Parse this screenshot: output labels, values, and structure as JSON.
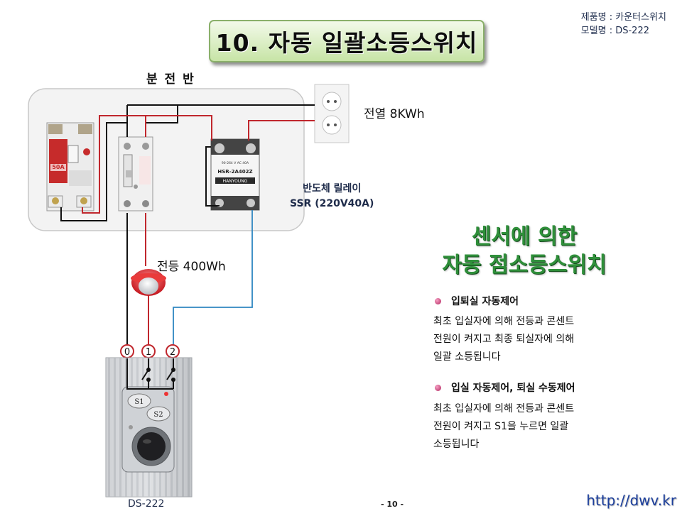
{
  "product_info": {
    "line1": "제품명 : 카운터스위치",
    "line2": "모델명 : DS-222"
  },
  "title": "10. 자동 일괄소등스위치",
  "panel_label": "분 전 반",
  "outlet_label": "전열 8KWh",
  "ssr_label": {
    "line1": "반도체 릴레이",
    "line2": "SSR (220V40A)"
  },
  "lamp_label": "전등 400Wh",
  "terminals": [
    "0",
    "1",
    "2"
  ],
  "switch_buttons": [
    "S1",
    "S2"
  ],
  "device_label": "DS-222",
  "ssr_device": {
    "model": "HSR-2A402Z",
    "brand": "HANYOUNG"
  },
  "breaker_device": {
    "rating": "50A"
  },
  "green_title": {
    "line1": "센서에 의한",
    "line2": "자동 점소등스위치"
  },
  "sections": [
    {
      "heading": "입퇴실 자동제어",
      "body": "최초 입실자에 의해 전등과 콘센트\n전원이 켜지고 최종 퇴실자에 의해\n일괄 소등됩니다"
    },
    {
      "heading": "입실 자동제어, 퇴실 수동제어",
      "body": "최초 입실자에 의해 전등과 콘센트\n전원이 켜지고 S1을 누르면 일괄\n소등됩니다"
    }
  ],
  "page_number": "- 10 -",
  "url": "http://dwv.kr",
  "colors": {
    "wire_black": "#111111",
    "wire_red": "#c0272d",
    "wire_blue": "#2e86c1",
    "title_green": "#2f8f3a",
    "url_blue": "#1b3e9c"
  }
}
